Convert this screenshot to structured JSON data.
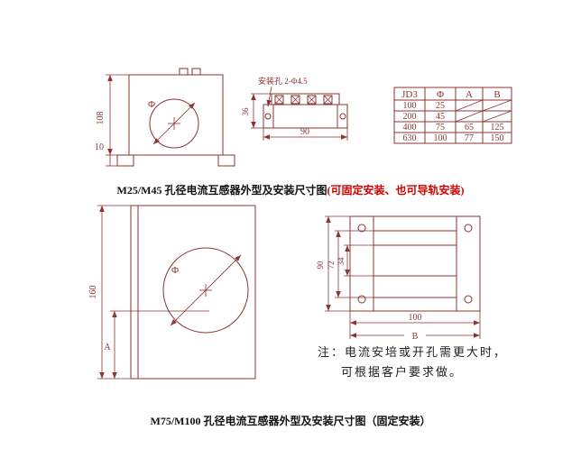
{
  "page": {
    "caption_top_black": "M25/M45 孔径电流互感器外型及安装尺寸图",
    "caption_top_red": "(可固定安装、也可导轨安装)",
    "caption_bottom": "M75/M100 孔径电流互感器外型及安装尺寸图（固定安装）",
    "note_line1": "注：电流安培或开孔需更大时，",
    "note_line2": "可根据客户要求做。"
  },
  "m25_front": {
    "dim_height": "108",
    "dim_foot": "10",
    "phi_label": "Φ"
  },
  "m25_side": {
    "mount_hole_label": "安装孔 2-Φ4.5",
    "dim_height": "36",
    "dim_width": "90"
  },
  "spec_table": {
    "headers": [
      "JD3",
      "Φ",
      "A",
      "B"
    ],
    "rows": [
      [
        "100",
        "25",
        "",
        ""
      ],
      [
        "200",
        "45",
        "",
        ""
      ],
      [
        "400",
        "75",
        "65",
        "125"
      ],
      [
        "630",
        "100",
        "77",
        "150"
      ]
    ]
  },
  "m75_front": {
    "dim_height": "160",
    "dim_a": "A",
    "phi_label": "Φ"
  },
  "m75_side": {
    "dim_outer": "90",
    "dim_inner": "72",
    "dim_mid": "34",
    "dim_width": "100",
    "dim_b": "B"
  },
  "colors": {
    "line": "#8a3533",
    "caption": "#111111",
    "red": "#d40000"
  }
}
